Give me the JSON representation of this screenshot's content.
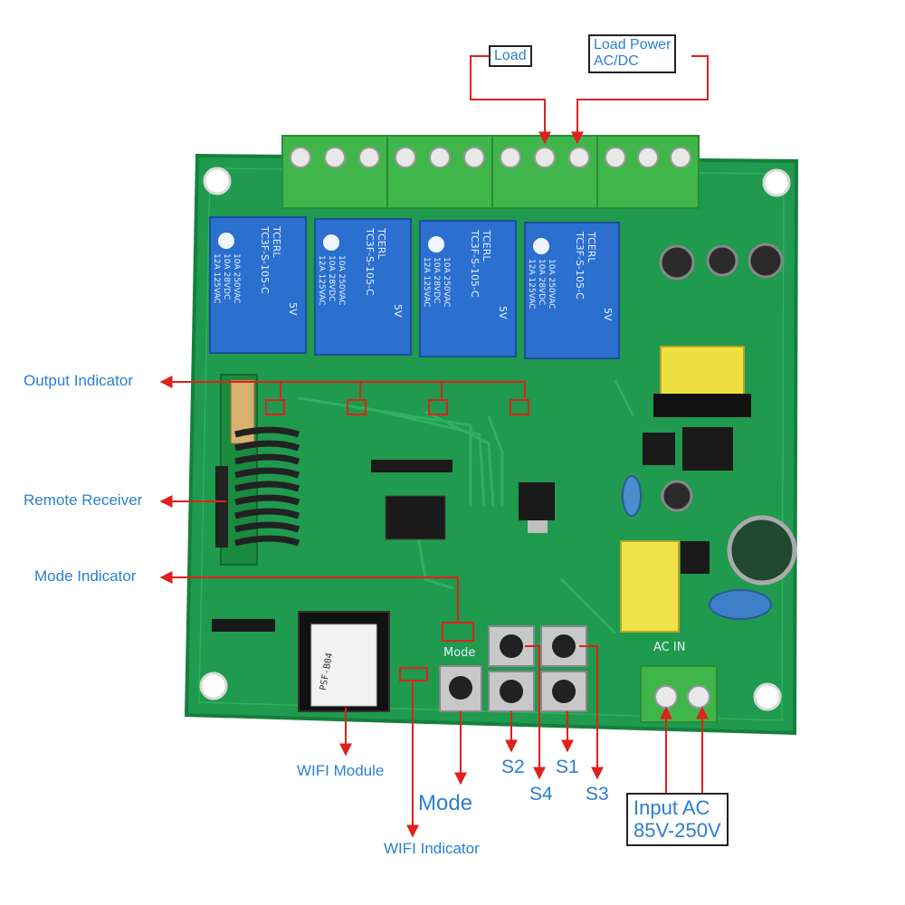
{
  "labels": {
    "load": "Load",
    "load_power_line1": "Load Power",
    "load_power_line2": "AC/DC",
    "output_indicator": "Output Indicator",
    "remote_receiver": "Remote Receiver",
    "mode_indicator": "Mode Indicator",
    "wifi_module": "WIFI Module",
    "wifi_indicator": "WIFI Indicator",
    "mode": "Mode",
    "s1": "S1",
    "s2": "S2",
    "s3": "S3",
    "s4": "S4",
    "input_ac_line1": "Input AC",
    "input_ac_line2": "85V-250V"
  },
  "board": {
    "relay_brand": "TCERL",
    "relay_model": "TC3F-S-105-C",
    "relay_rating_lines": [
      "10A 250VAC",
      "10A 28VDC",
      "12A 125VAC"
    ],
    "relay_voltage": "5V",
    "ac_in_label": "AC IN",
    "mode_silk": "Mode",
    "wifi_module_silk": "PSF-B04"
  },
  "colors": {
    "pcb": "#1f9a4e",
    "pcb_edge": "#14803c",
    "relay": "#2b6fcf",
    "terminal": "#3fb54a",
    "arrow": "#e0201c",
    "label": "#2a7fd0"
  }
}
